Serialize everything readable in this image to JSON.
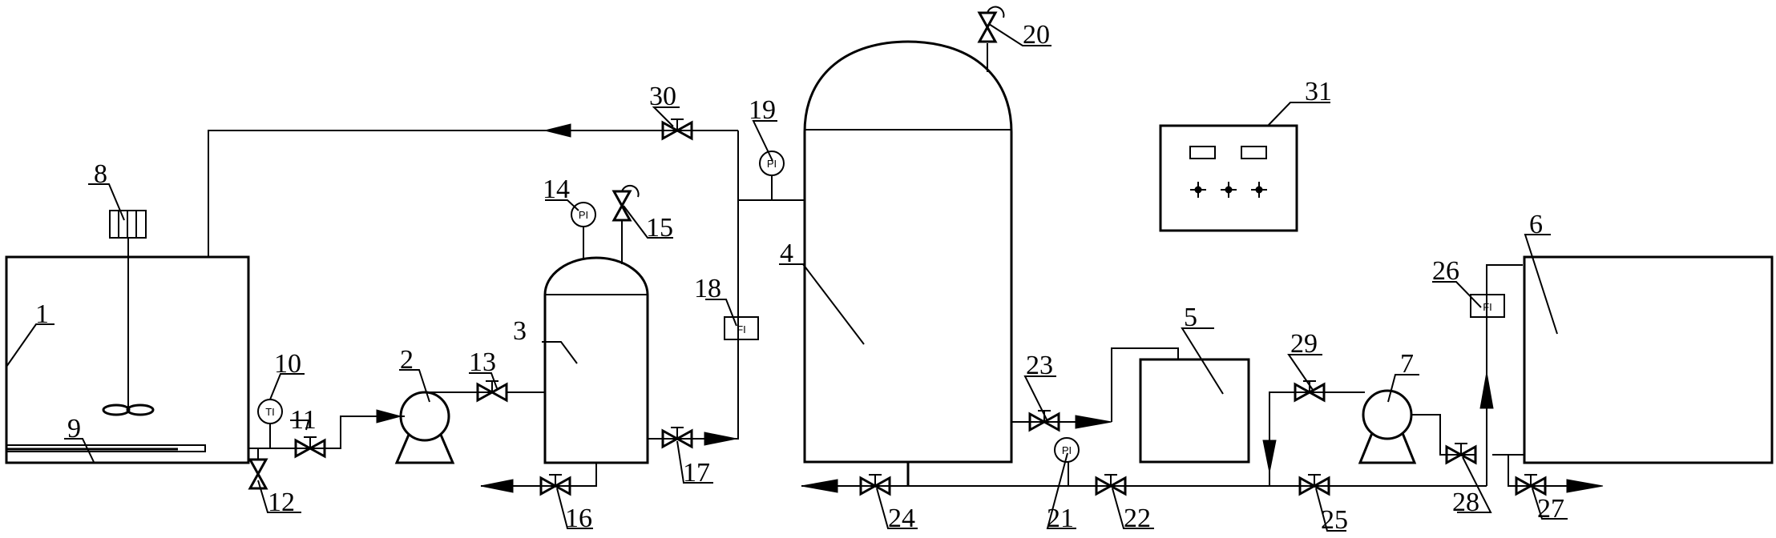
{
  "diagram": {
    "type": "process flow diagram",
    "colors": {
      "line": "#000000",
      "background": "#ffffff"
    },
    "instrument_tags": {
      "pressure": "PI",
      "temperature": "TI",
      "flow": "FI"
    },
    "labels": {
      "n1": "1",
      "n2": "2",
      "n3": "3",
      "n4": "4",
      "n5": "5",
      "n6": "6",
      "n7": "7",
      "n8": "8",
      "n9": "9",
      "n10": "10",
      "n11": "11",
      "n12": "12",
      "n13": "13",
      "n14": "14",
      "n15": "15",
      "n16": "16",
      "n17": "17",
      "n18": "18",
      "n19": "19",
      "n20": "20",
      "n21": "21",
      "n22": "22",
      "n23": "23",
      "n24": "24",
      "n25": "25",
      "n26": "26",
      "n27": "27",
      "n28": "28",
      "n29": "29",
      "n30": "30",
      "n31": "31"
    },
    "components": [
      {
        "id": "1",
        "kind": "stirred tank"
      },
      {
        "id": "2",
        "kind": "pump"
      },
      {
        "id": "3",
        "kind": "pressure vessel"
      },
      {
        "id": "4",
        "kind": "column vessel"
      },
      {
        "id": "5",
        "kind": "tank"
      },
      {
        "id": "6",
        "kind": "tank"
      },
      {
        "id": "7",
        "kind": "pump"
      },
      {
        "id": "8",
        "kind": "agitator motor"
      },
      {
        "id": "9",
        "kind": "heater"
      },
      {
        "id": "10",
        "kind": "temperature indicator"
      },
      {
        "id": "14",
        "kind": "pressure indicator"
      },
      {
        "id": "18",
        "kind": "flow indicator"
      },
      {
        "id": "19",
        "kind": "pressure indicator"
      },
      {
        "id": "21",
        "kind": "pressure indicator"
      },
      {
        "id": "26",
        "kind": "flow indicator"
      },
      {
        "id": "31",
        "kind": "control panel"
      }
    ]
  }
}
